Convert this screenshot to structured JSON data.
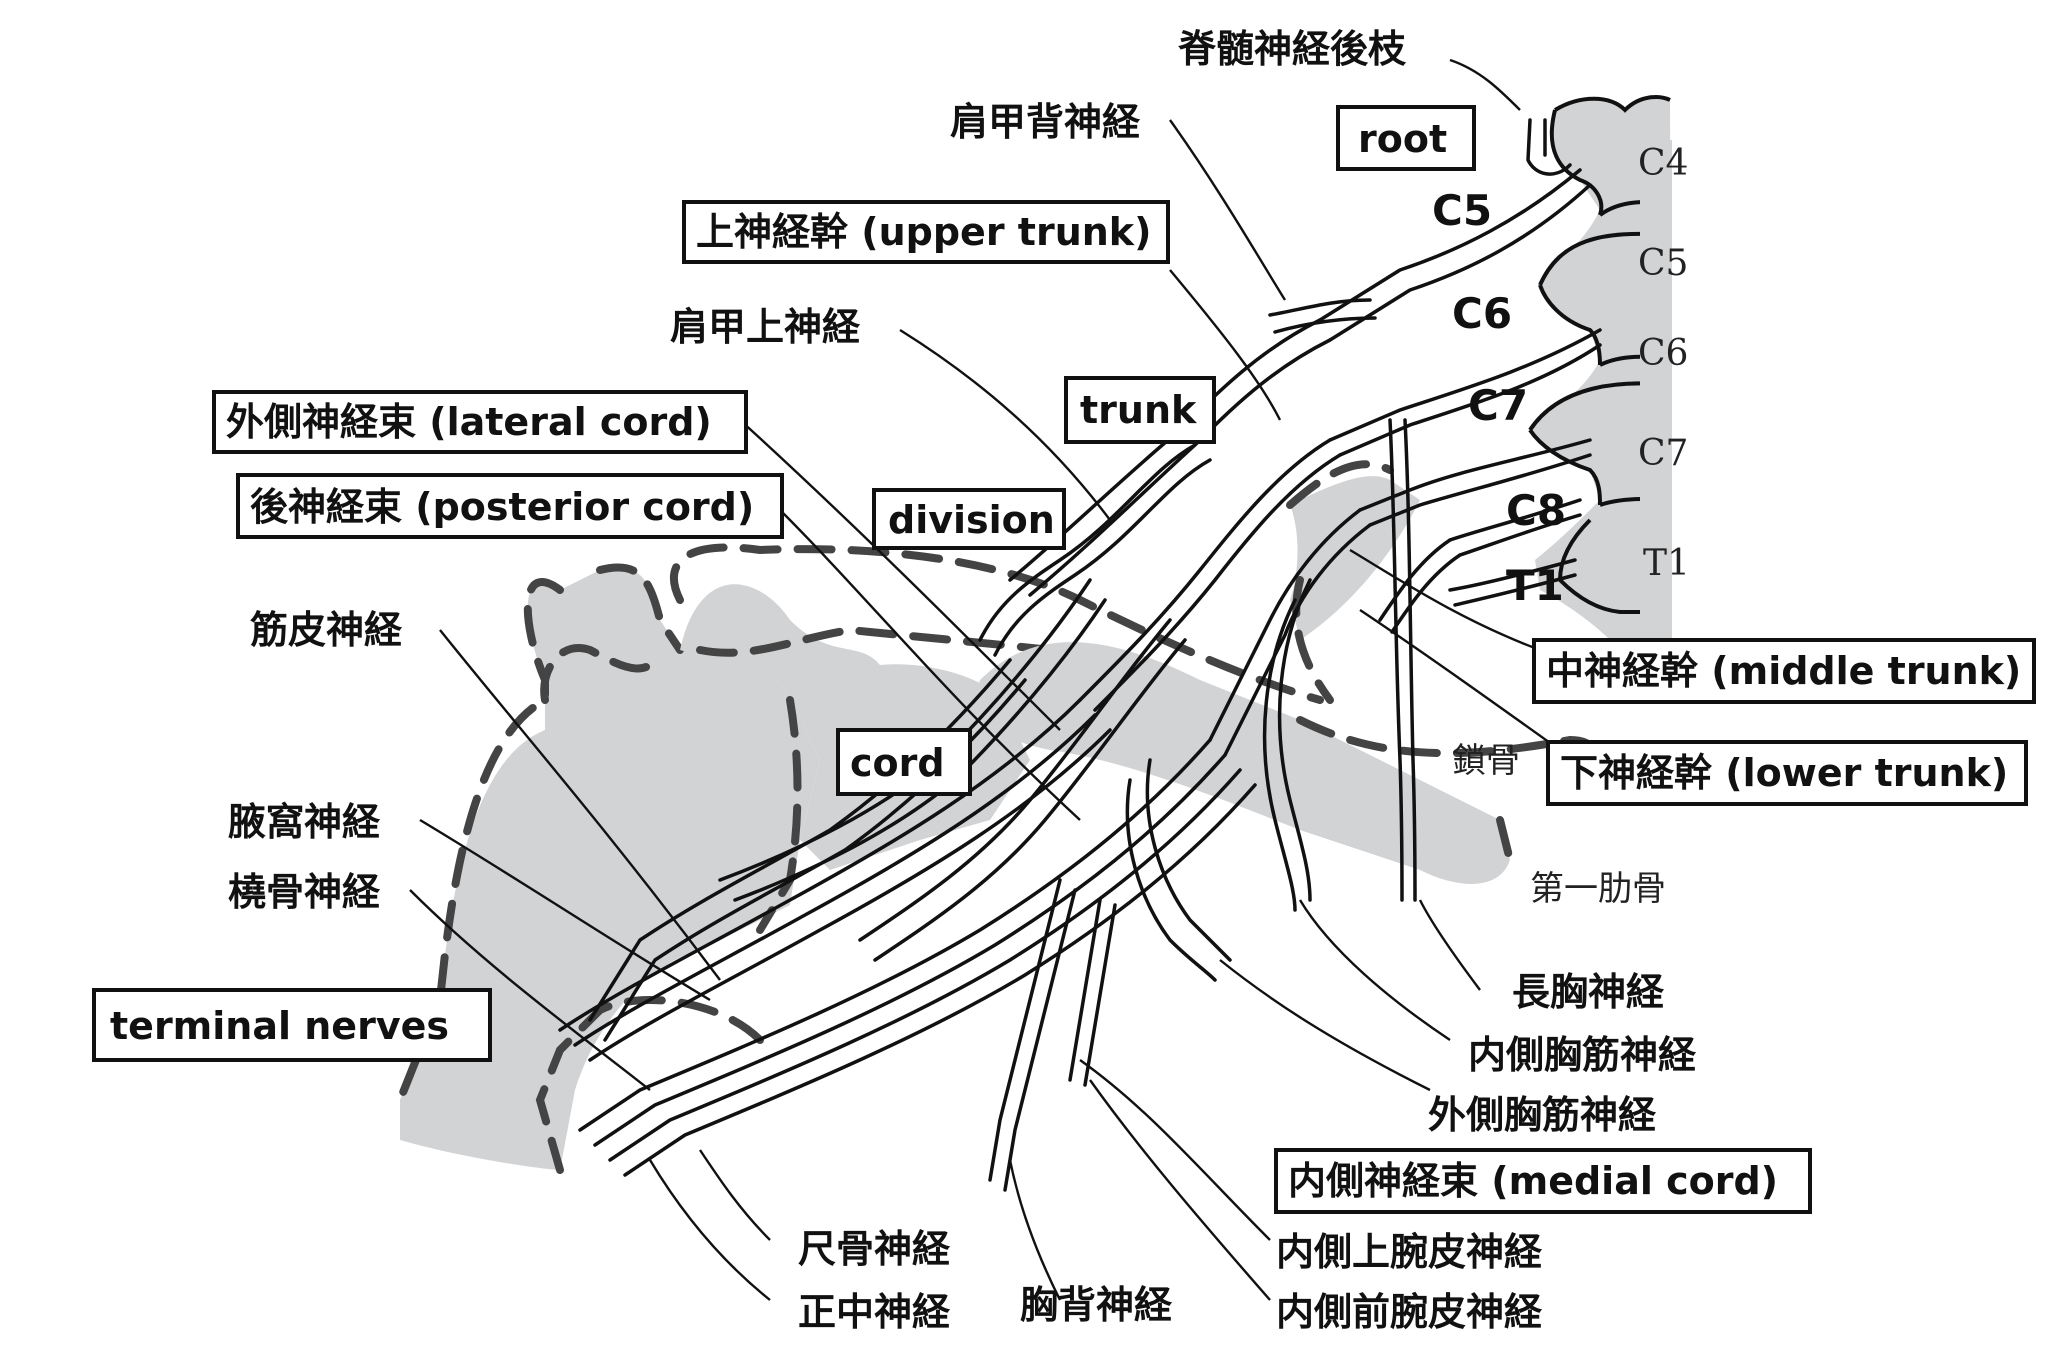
{
  "labels": {
    "boxed": {
      "root": "root",
      "upper_trunk": "上神経幹 (upper trunk)",
      "trunk": "trunk",
      "lateral_cord": "外側神経束 (lateral cord)",
      "posterior_cord": "後神経束 (posterior cord)",
      "division": "division",
      "cord": "cord",
      "middle_trunk": "中神経幹 (middle trunk)",
      "lower_trunk": "下神経幹 (lower trunk)",
      "terminal_nerves": "terminal nerves",
      "medial_cord": "内側神経束 (medial cord)"
    },
    "nerves": {
      "dorsal_ramus": "脊髄神経後枝",
      "dorsal_scapular": "肩甲背神経",
      "suprascapular": "肩甲上神経",
      "musculocutaneous": "筋皮神経",
      "axillary": "腋窩神経",
      "radial": "橈骨神経",
      "ulnar": "尺骨神経",
      "median": "正中神経",
      "thoracodorsal": "胸背神経",
      "long_thoracic": "長胸神経",
      "medial_pectoral": "内側胸筋神経",
      "lateral_pectoral": "外側胸筋神経",
      "medial_brachial_cutaneous": "内側上腕皮神経",
      "medial_antebrachial_cutaneous": "内側前腕皮神経"
    },
    "bones": {
      "clavicle": "鎖骨",
      "first_rib": "第一肋骨"
    },
    "roots": [
      "C5",
      "C6",
      "C7",
      "C8",
      "T1"
    ],
    "vertebrae": [
      "C4",
      "C5",
      "C6",
      "C7",
      "T1"
    ]
  },
  "colors": {
    "ink": "#111111",
    "shade": "#d2d3d5",
    "dash": "#444444",
    "background": "#ffffff"
  }
}
